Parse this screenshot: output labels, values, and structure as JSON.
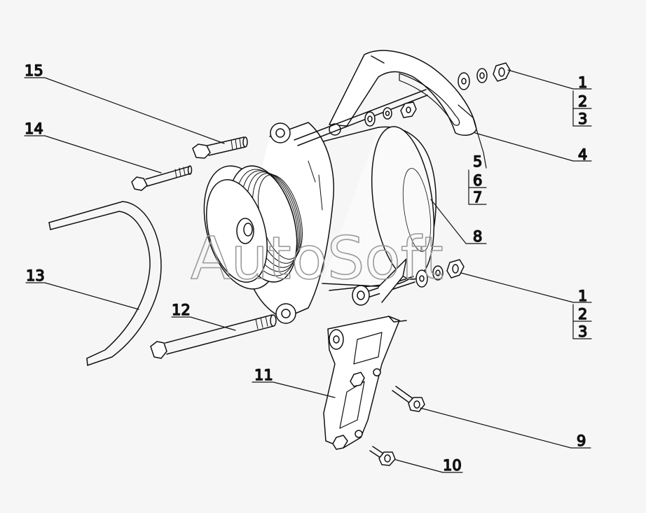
{
  "watermark": "AutoSoft",
  "callouts": [
    {
      "id": "c15",
      "label": "15"
    },
    {
      "id": "c14",
      "label": "14"
    },
    {
      "id": "c13",
      "label": "13"
    },
    {
      "id": "c12",
      "label": "12"
    },
    {
      "id": "c11",
      "label": "11"
    },
    {
      "id": "c1a",
      "label": "1"
    },
    {
      "id": "c2a",
      "label": "2"
    },
    {
      "id": "c3a",
      "label": "3"
    },
    {
      "id": "c4",
      "label": "4"
    },
    {
      "id": "c5",
      "label": "5"
    },
    {
      "id": "c6",
      "label": "6"
    },
    {
      "id": "c7",
      "label": "7"
    },
    {
      "id": "c8",
      "label": "8"
    },
    {
      "id": "c1b",
      "label": "1"
    },
    {
      "id": "c2b",
      "label": "2"
    },
    {
      "id": "c3b",
      "label": "3"
    },
    {
      "id": "c9",
      "label": "9"
    },
    {
      "id": "c10",
      "label": "10"
    }
  ]
}
